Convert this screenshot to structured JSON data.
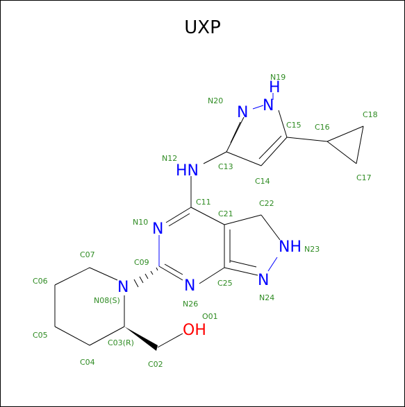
{
  "title": "UXP",
  "colors": {
    "nitrogen": "#0000ff",
    "oxygen": "#ff0000",
    "label": "#2e8b22",
    "bond": "#000000"
  },
  "atoms": {
    "n19": "H",
    "n20": "N",
    "n12": "HN",
    "n10": "N",
    "n23": "NH",
    "n24": "N",
    "n26": "N",
    "n08": "N",
    "oh": "OH"
  },
  "labels": {
    "N19": "N19",
    "N20": "N20",
    "C15": "C15",
    "C16": "C16",
    "C18": "C18",
    "C17": "C17",
    "N12": "N12",
    "C13": "C13",
    "C14": "C14",
    "C11": "C11",
    "C22": "C22",
    "C21": "C21",
    "N10": "N10",
    "N23": "N23",
    "C07": "C07",
    "C09": "C09",
    "C06": "C06",
    "N08": "N08(S)",
    "C25": "C25",
    "N24": "N24",
    "N26": "N26",
    "O01": "O01",
    "C05": "C05",
    "C03": "C03(R)",
    "C04": "C04",
    "C02": "C02"
  }
}
